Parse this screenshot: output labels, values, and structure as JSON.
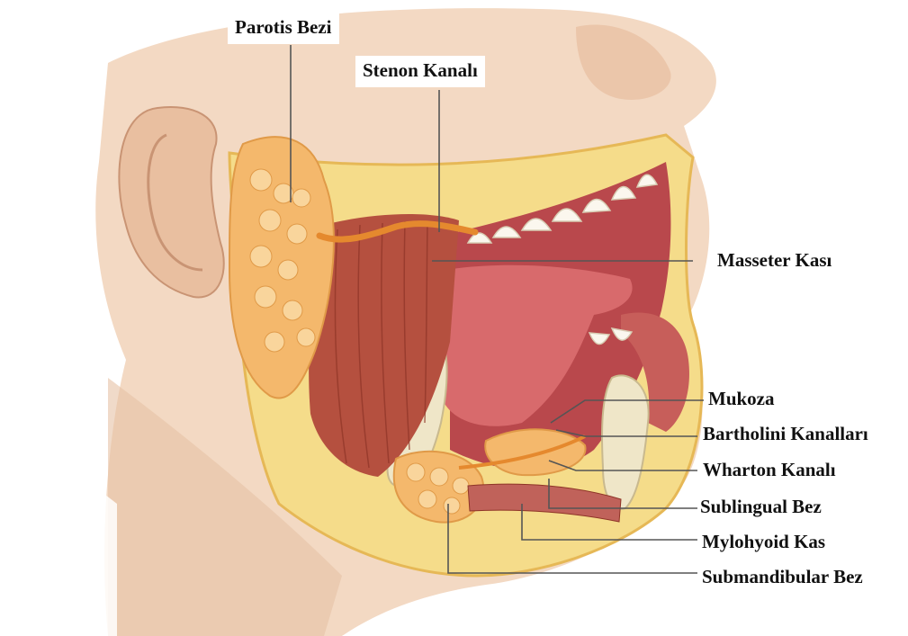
{
  "figure": {
    "labels": {
      "parotis": "Parotis Bezi",
      "stenon": "Stenon Kanalı",
      "masseter": "Masseter Kası",
      "mukoza": "Mukoza",
      "bartholini": "Bartholini Kanalları",
      "wharton": "Wharton Kanalı",
      "sublingual": "Sublingual Bez",
      "mylohyoid": "Mylohyoid Kas",
      "submandibular": "Submandibular Bez"
    },
    "colors": {
      "skin": "#f3d9c3",
      "skin_shadow": "#dcae90",
      "gland": "#f4b86c",
      "gland_light": "#f9d59c",
      "muscle": "#b5503f",
      "muscle_dark": "#8e3427",
      "oral": "#c9585a",
      "tongue": "#d86a6c",
      "teeth": "#fbf7ee",
      "bone": "#efe6c8",
      "fat_layer": "#f5dc8a",
      "duct": "#e5892e",
      "leader_line": "#555555"
    }
  }
}
